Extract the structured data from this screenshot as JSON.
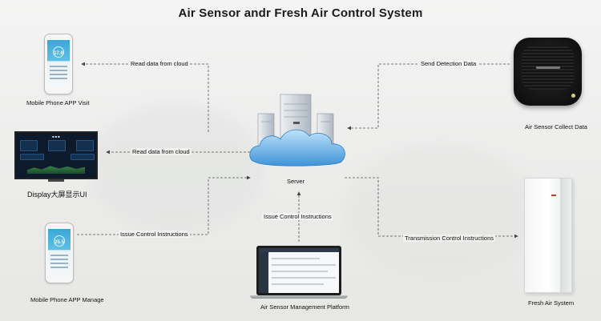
{
  "title": "Air Sensor andr Fresh Air Control System",
  "nodes": {
    "phone_visit": {
      "label": "Mobile Phone APP Visit",
      "screen_value": "17.0"
    },
    "display": {
      "label": "Display大屏显示UI"
    },
    "phone_manage": {
      "label": "Mobile Phone APP Manage",
      "screen_value": "25.5"
    },
    "server": {
      "label": "Server"
    },
    "sensor": {
      "label": "Air Sensor Collect Data"
    },
    "fresh_air": {
      "label": "Fresh Air System"
    },
    "platform": {
      "label": "Air Sensor Management Platform"
    }
  },
  "edges": {
    "read_cloud_1": "Read data from cloud",
    "read_cloud_2": "Read data from cloud",
    "issue_left": "Issue Control Instructions",
    "issue_center": "Issue Control Instructions",
    "send_detect": "Send Detection Data",
    "transmission": "Transmission Control Instructions"
  },
  "colors": {
    "cloud": "#5aa7e0",
    "line": "#555555",
    "server": "#c9cfd7"
  }
}
